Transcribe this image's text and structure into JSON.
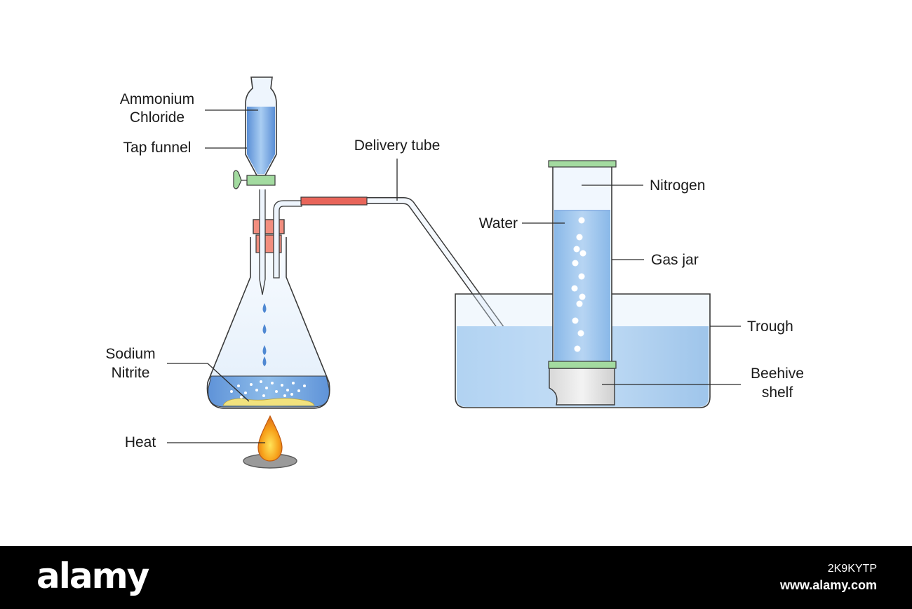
{
  "labels": {
    "ammonium_line1": "Ammonium",
    "ammonium_line2": "Chloride",
    "tap_funnel": "Tap funnel",
    "delivery_tube": "Delivery tube",
    "nitrogen": "Nitrogen",
    "water": "Water",
    "gas_jar": "Gas jar",
    "trough": "Trough",
    "beehive_line1": "Beehive",
    "beehive_line2": "shelf",
    "sodium_line1": "Sodium",
    "sodium_line2": "Nitrite",
    "heat": "Heat"
  },
  "footer": {
    "brand": "alamy",
    "image_id": "2K9KYTP",
    "site": "www.alamy.com"
  },
  "colors": {
    "water": "#7fb1e3",
    "stopper": "#f28e7f",
    "rubber_tube": "#e8655a",
    "tap": "#a3dba0",
    "flame": "#f7a21b",
    "background": "#ffffff",
    "footer": "#000000"
  }
}
